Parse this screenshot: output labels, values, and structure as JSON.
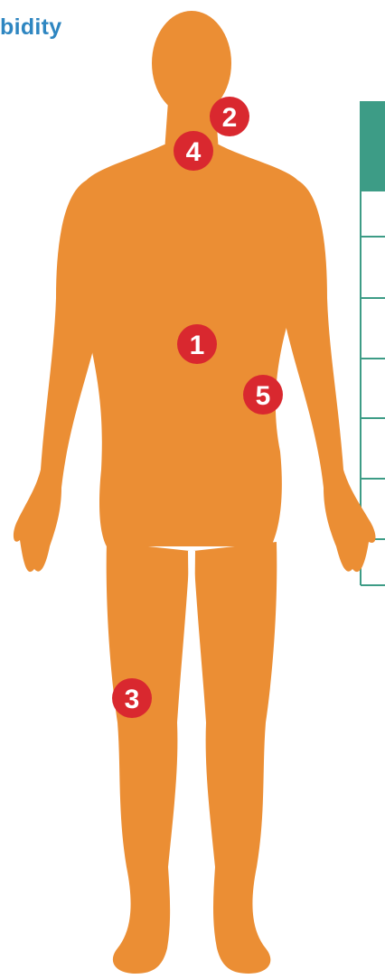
{
  "title_fragment": "bidity",
  "colors": {
    "body": "#EB8E34",
    "marker": "#D9282F",
    "marker_text": "#FFFFFF",
    "table_header": "#3D9C86",
    "table_lines": "#3D9C86",
    "title": "#2E86C1"
  },
  "markers": [
    {
      "label": "1"
    },
    {
      "label": "2"
    },
    {
      "label": "3"
    },
    {
      "label": "4"
    },
    {
      "label": "5"
    }
  ]
}
